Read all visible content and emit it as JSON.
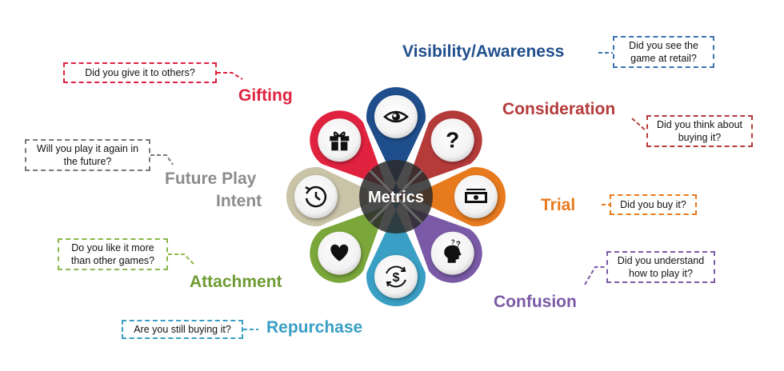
{
  "center": {
    "label": "Metrics"
  },
  "metrics": [
    {
      "id": "visibility",
      "label": "Visibility/Awareness",
      "question": "Did you see the game at retail?",
      "color": "#1f4e8c",
      "icon": "eye-icon"
    },
    {
      "id": "consideration",
      "label": "Consideration",
      "question": "Did you think about buying it?",
      "color": "#b53a3a",
      "icon": "question-mark-icon"
    },
    {
      "id": "trial",
      "label": "Trial",
      "question": "Did you buy it?",
      "color": "#e87a1e",
      "icon": "money-icon"
    },
    {
      "id": "confusion",
      "label": "Confusion",
      "question": "Did you understand how to play it?",
      "color": "#7a5aa6",
      "icon": "confused-head-icon"
    },
    {
      "id": "repurchase",
      "label": "Repurchase",
      "question": "Are you still buying it?",
      "color": "#3a9fc4",
      "icon": "dollar-cycle-icon"
    },
    {
      "id": "attachment",
      "label": "Attachment",
      "question": "Do you like it more than other games?",
      "color": "#7aa63a",
      "icon": "heart-icon"
    },
    {
      "id": "futureplay",
      "label": "Future Play Intent",
      "label_lines": [
        "Future Play",
        "Intent"
      ],
      "question": "Will you play it again in the future?",
      "color": "#c9c3a8",
      "icon": "clock-replay-icon"
    },
    {
      "id": "gifting",
      "label": "Gifting",
      "question": "Did you give it to others?",
      "color": "#e0223f",
      "icon": "gift-icon"
    }
  ],
  "label_colors": {
    "futureplay": "#8c8c8c",
    "gifting": "#e0223f"
  },
  "question_lines": {
    "visibility": [
      "Did you see the",
      "game at retail?"
    ],
    "consideration": [
      "Did you think about",
      "buying it?"
    ],
    "trial": [
      "Did you buy it?"
    ],
    "confusion": [
      "Did you understand",
      "how to play it?"
    ],
    "repurchase": [
      "Are you still buying it?"
    ],
    "attachment": [
      "Do you like it more",
      "than other games?"
    ],
    "futureplay": [
      "Will you play it again in",
      "the future?"
    ],
    "gifting": [
      "Did you give it to others?"
    ]
  }
}
